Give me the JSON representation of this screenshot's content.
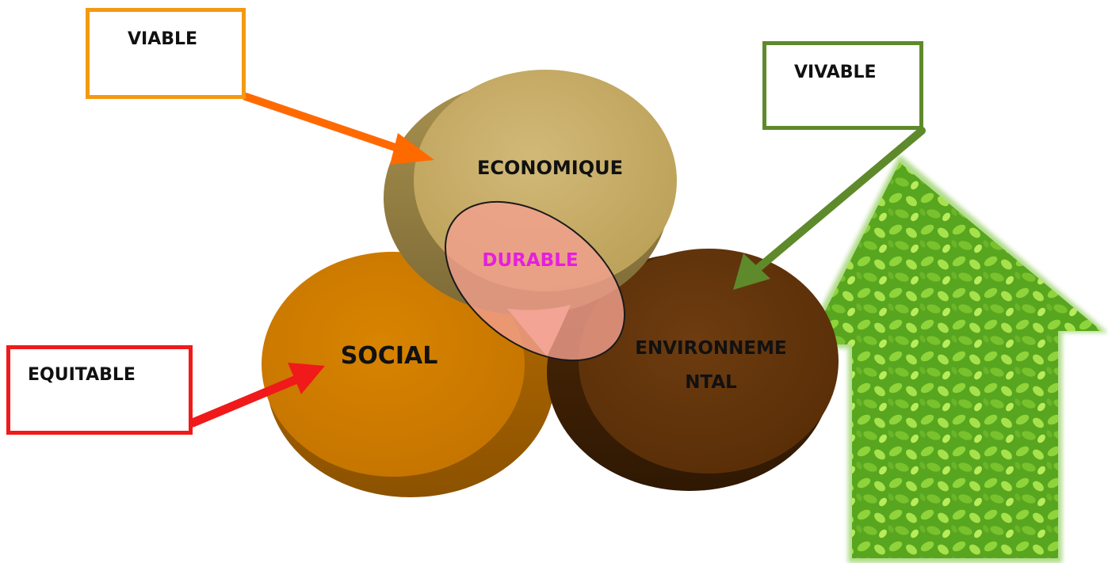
{
  "diagram": {
    "circles": {
      "economique": "ECONOMIQUE",
      "social": "SOCIAL",
      "environnemental_line1": "ENVIRONNEME",
      "environnemental_line2": "NTAL",
      "center": "DURABLE"
    },
    "boxes": {
      "viable": "VIABLE",
      "vivable": "VIVABLE",
      "equitable": "EQUITABLE"
    },
    "colors": {
      "economique": "#c9af66",
      "social": "#d07c00",
      "environnemental": "#64350b",
      "durable_overlay": "#f1a090",
      "durable_text": "#e61ee0",
      "viable_border": "#f39a12",
      "vivable_border": "#5e8a2b",
      "equitable_border": "#f01a1a",
      "arrow_orange": "#ff6a00",
      "arrow_green": "#5e8a2b",
      "arrow_red": "#f01a1a",
      "house_green": "#6fbf2a"
    },
    "decorations": {
      "house_icon": "leafy-green-house-icon"
    }
  }
}
